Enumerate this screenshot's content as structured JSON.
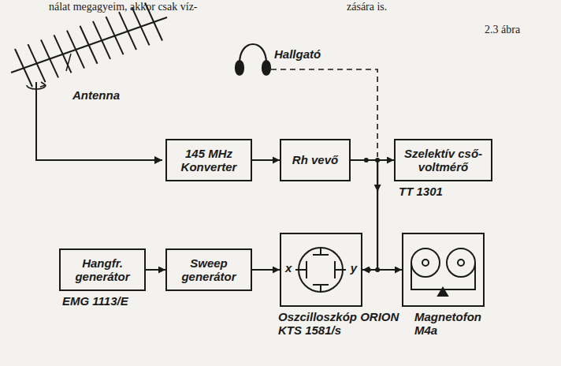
{
  "diagram": {
    "nodes": [
      {
        "text": [
          "145 MHz Konverter"
        ]
      },
      {
        "text": [
          "Rh vevő"
        ]
      },
      {
        "text": [
          "Szelektív cső- voltmérő",
          "TT 1301"
        ]
      },
      {
        "text": [
          "Hangfr. generátor",
          "EMG 1113/E"
        ]
      },
      {
        "text": [
          "Sweep generátor"
        ]
      },
      {
        "text": [
          "x",
          "y",
          "Oszcilloszkóp ORION KTS 1581/s"
        ]
      },
      {
        "text": [
          "Magnetofon M4a"
        ]
      }
    ],
    "edges": [
      {
        "from": 0,
        "to": 1,
        "arrow": "to"
      },
      {
        "from": 1,
        "to": 2,
        "arrow": "to"
      },
      {
        "from": 3,
        "to": 4,
        "arrow": "to"
      },
      {
        "from": 4,
        "to": 5,
        "arrow": "to"
      },
      {
        "from": 1,
        "to": 5,
        "arrow": "to"
      },
      {
        "from": 1,
        "to": 6,
        "arrow": "to"
      }
    ],
    "labels": [
      "nálat megagyeim, akkor csak víz-",
      "zására is.",
      "2.3 ábra",
      "Antenna",
      "Hallgató"
    ]
  }
}
